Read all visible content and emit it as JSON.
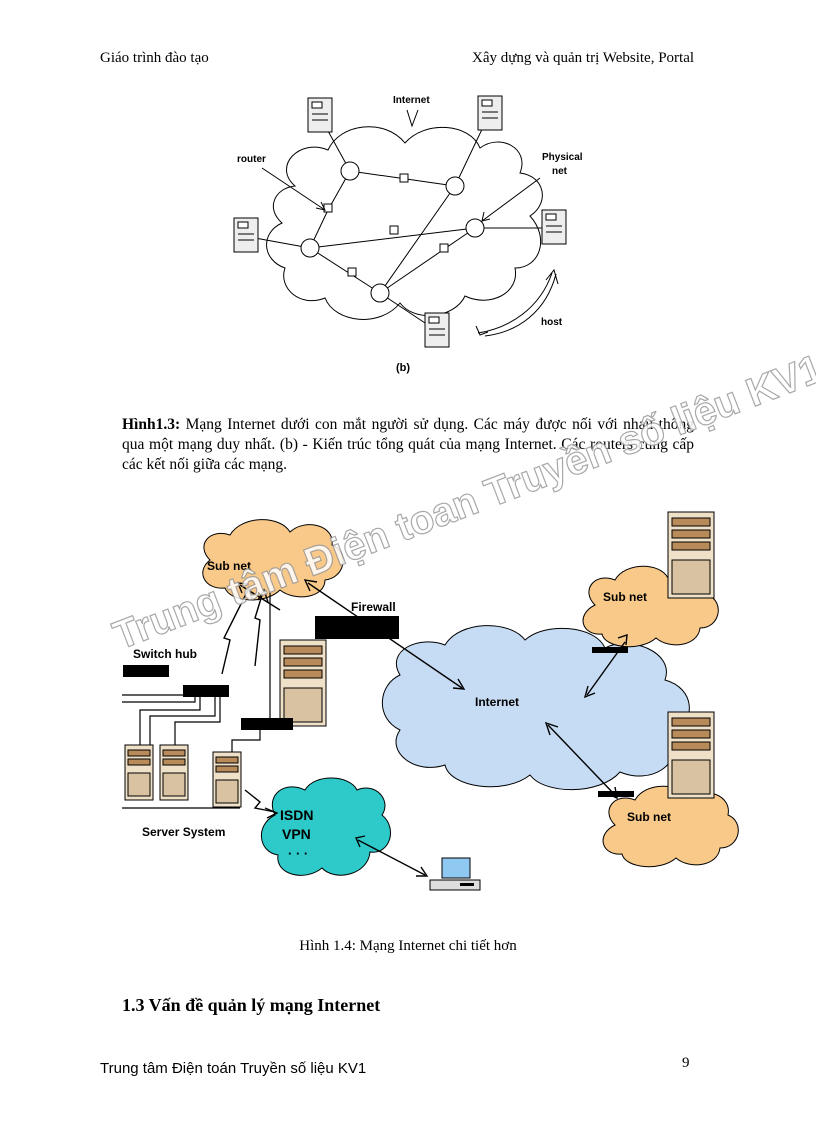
{
  "header": {
    "left": "Giáo trình đào tạo",
    "right": "Xây dựng và quản trị Website, Portal"
  },
  "figure_b": {
    "label_internet": "Internet",
    "label_router": "router",
    "label_physical_1": "Physical",
    "label_physical_2": "net",
    "label_host": "host",
    "label_b": "(b)"
  },
  "caption_1_3": {
    "prefix": "Hình1.3:",
    "text": " Mạng Internet dưới con mắt người sử dụng. Các máy được nối với nhau thông qua một mạng duy nhất. (b) - Kiến trúc tổng quát của mạng Internet. Các routers cung cấp các kết nối giữa các mạng."
  },
  "figure_1_4": {
    "subnet_1": "Sub net",
    "subnet_2": "Sub net",
    "subnet_3": "Sub net",
    "firewall": "Firewall",
    "switch_hub": "Switch  hub",
    "internet": "Internet",
    "server_system": "Server System",
    "isdn": "ISDN",
    "vpn": "VPN",
    "dots": "· · ·"
  },
  "watermark": "Trung tâm Điện toan Truyền số liệu KV1",
  "caption_1_4": "Hình 1.4: Mạng Internet chi tiết hơn",
  "section_title": "1.3 Vấn đề quản lý mạng Internet",
  "footer": {
    "left": "Trung tâm Điện toán Truyền số liệu KV1",
    "page": "9"
  },
  "colors": {
    "internet_cloud": "#c6dcf4",
    "subnet_cloud": "#f9c98a",
    "isdn_cloud": "#2ec9c9"
  }
}
